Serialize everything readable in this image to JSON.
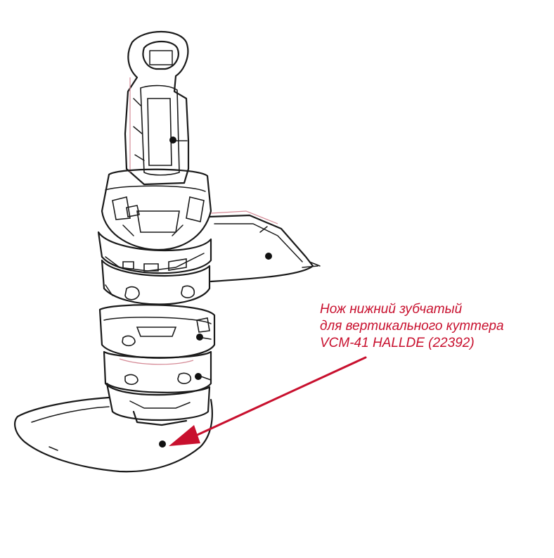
{
  "caption": {
    "line1": "Нож нижний зубчатый",
    "line2": "для вертикального куттера",
    "line3": "VCM-41 HALLDE (22392)"
  },
  "colors": {
    "caption": "#c8102e",
    "arrow": "#c8102e",
    "ink": "#1a1a1a",
    "background": "#ffffff"
  }
}
